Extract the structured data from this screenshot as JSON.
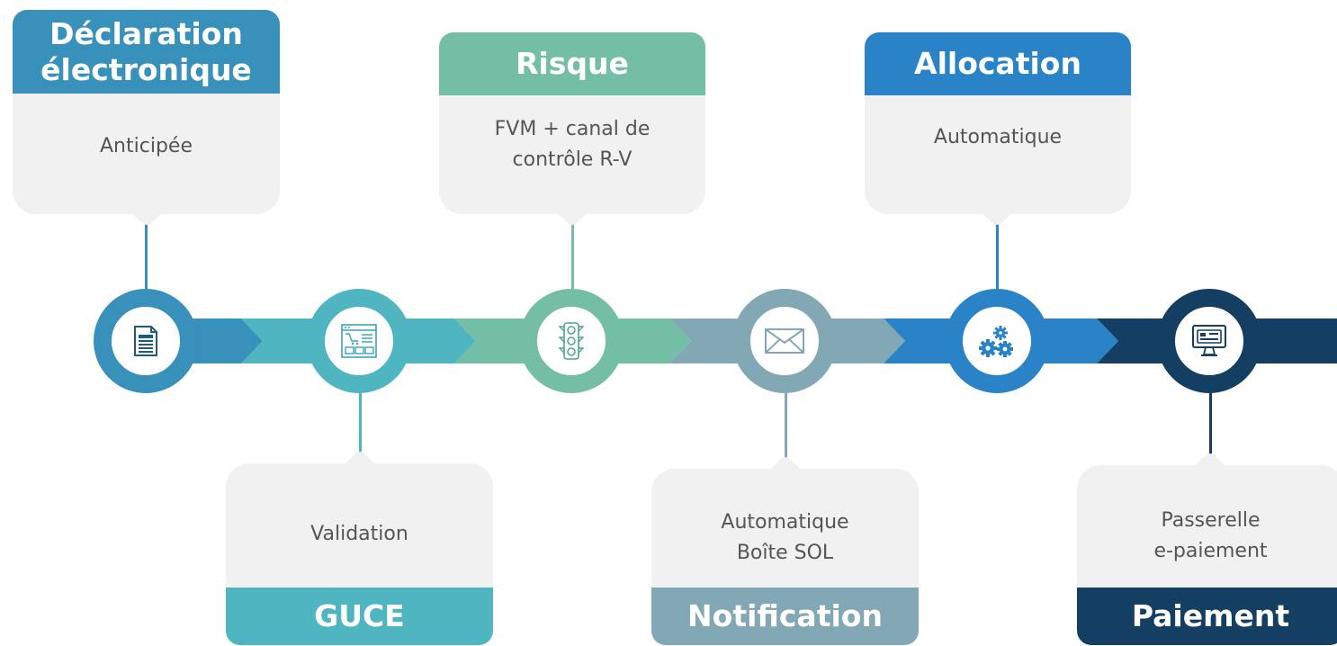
{
  "stages": [
    {
      "title": "Déclaration\nélectronique",
      "text": "Anticipée",
      "icon": "document-icon",
      "color": "#3791ba"
    },
    {
      "title": "GUCE",
      "text": "Validation",
      "icon": "web-page-icon",
      "color": "#4fb5c1"
    },
    {
      "title": "Risque",
      "text": "FVM + canal de\ncontrôle R-V",
      "icon": "traffic-light-icon",
      "color": "#74bea6"
    },
    {
      "title": "Notification",
      "text": "Automatique\nBoîte SOL",
      "icon": "envelope-icon",
      "color": "#83a8b5"
    },
    {
      "title": "Allocation",
      "text": "Automatique",
      "icon": "gears-icon",
      "color": "#2a83c6"
    },
    {
      "title": "Paiement",
      "text": "Passerelle\ne-paiement",
      "icon": "computer-icon",
      "color": "#153f62"
    }
  ]
}
